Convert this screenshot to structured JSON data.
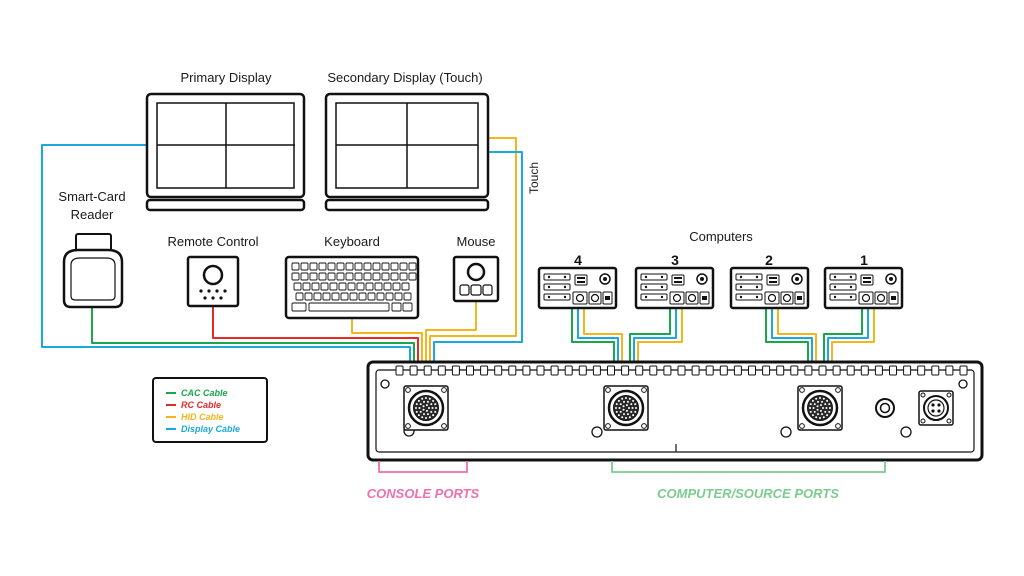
{
  "labels": {
    "primary_display": "Primary Display",
    "secondary_display": "Secondary Display (Touch)",
    "smart_card_line1": "Smart-Card",
    "smart_card_line2": "Reader",
    "remote_control": "Remote Control",
    "keyboard": "Keyboard",
    "mouse": "Mouse",
    "touch": "Touch",
    "computers": "Computers"
  },
  "computers": [
    {
      "number": "4"
    },
    {
      "number": "3"
    },
    {
      "number": "2"
    },
    {
      "number": "1"
    }
  ],
  "legend": [
    {
      "label": "CAC Cable",
      "color": "#1aa64b"
    },
    {
      "label": "RC Cable",
      "color": "#e42b2b"
    },
    {
      "label": "HID Cable",
      "color": "#f2b51c"
    },
    {
      "label": "Display Cable",
      "color": "#1ba9dd"
    }
  ],
  "regions": {
    "console": {
      "label": "CONSOLE PORTS",
      "color": "#f06fae"
    },
    "computer": {
      "label": "COMPUTER/SOURCE PORTS",
      "color": "#7ccb8f"
    }
  },
  "colors": {
    "cac": "#1aa64b",
    "rc": "#e42b2b",
    "hid": "#f2b51c",
    "display": "#1ba9dd"
  }
}
